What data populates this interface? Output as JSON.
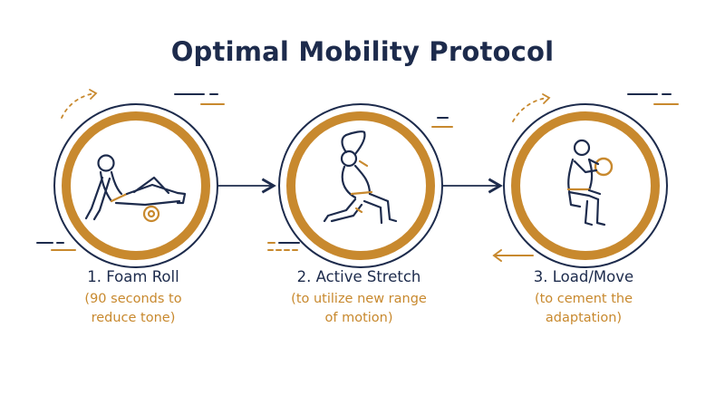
{
  "title": "Optimal Mobility Protocol",
  "colors": {
    "navy": "#1d2b4c",
    "gold": "#c8892e",
    "background": "#ffffff"
  },
  "steps": [
    {
      "title": "1. Foam Roll",
      "subtitle_line1": "(90 seconds to",
      "subtitle_line2": "reduce tone)",
      "icon": "foam-roll-figure-icon"
    },
    {
      "title": "2. Active Stretch",
      "subtitle_line1": "(to utilize new range",
      "subtitle_line2": "of motion)",
      "icon": "lunge-stretch-figure-icon"
    },
    {
      "title": "3. Load/Move",
      "subtitle_line1": "(to cement the",
      "subtitle_line2": "adaptation)",
      "icon": "goblet-squat-figure-icon"
    }
  ]
}
